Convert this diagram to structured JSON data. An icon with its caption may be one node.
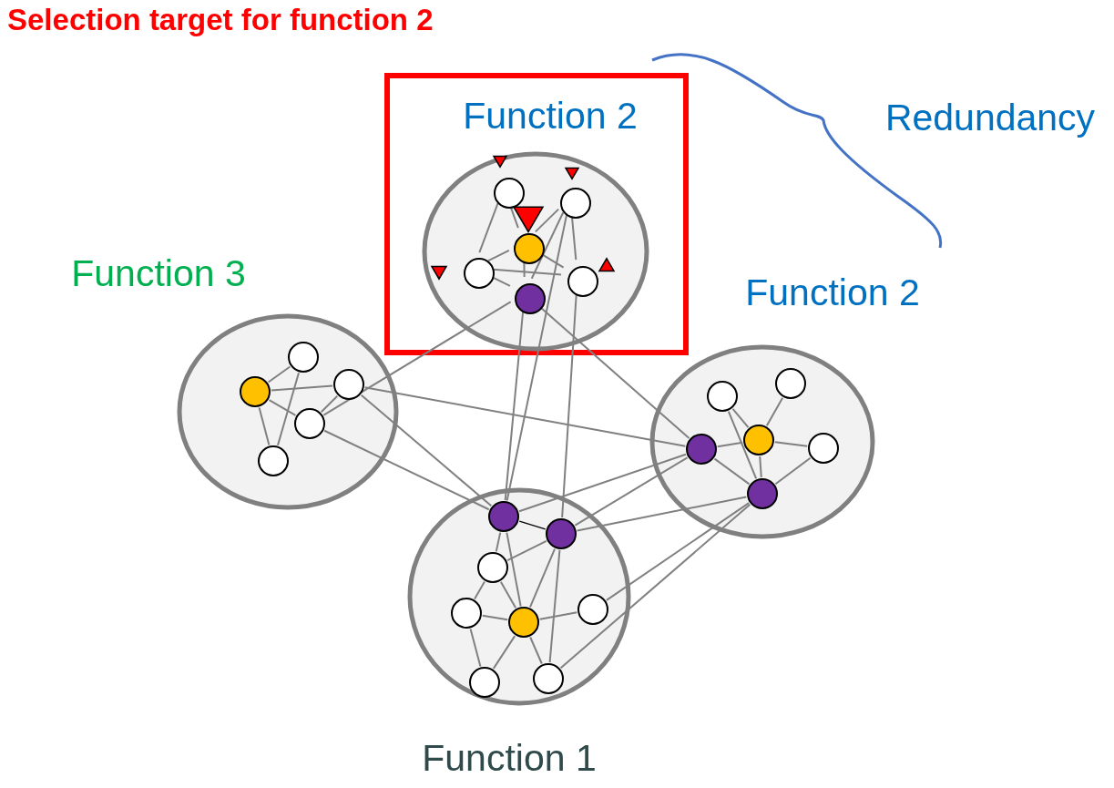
{
  "diagram": {
    "nodes": [
      {
        "text": [
          "Selection target for function 2"
        ]
      },
      {
        "text": [
          "Function 2"
        ],
        "in": 0
      },
      {
        "text": [
          "Function 3"
        ]
      },
      {
        "text": [
          "Function 2"
        ]
      },
      {
        "text": [
          "Function 1"
        ]
      },
      {
        "text": [],
        "shape": "circle",
        "in": 1
      },
      {
        "text": [],
        "shape": "circle",
        "in": 1
      },
      {
        "text": [],
        "shape": "circle",
        "in": 1
      },
      {
        "text": [],
        "shape": "circle",
        "in": 1
      },
      {
        "text": [],
        "shape": "circle",
        "in": 1
      },
      {
        "text": [],
        "shape": "circle",
        "in": 1
      },
      {
        "text": [],
        "shape": "circle",
        "in": 2
      },
      {
        "text": [],
        "shape": "circle",
        "in": 2
      },
      {
        "text": [],
        "shape": "circle",
        "in": 2
      },
      {
        "text": [],
        "shape": "circle",
        "in": 2
      },
      {
        "text": [],
        "shape": "circle",
        "in": 2
      },
      {
        "text": [],
        "shape": "circle",
        "in": 3
      },
      {
        "text": [],
        "shape": "circle",
        "in": 3
      },
      {
        "text": [],
        "shape": "circle",
        "in": 3
      },
      {
        "text": [],
        "shape": "circle",
        "in": 3
      },
      {
        "text": [],
        "shape": "circle",
        "in": 3
      },
      {
        "text": [],
        "shape": "circle",
        "in": 3
      },
      {
        "text": [],
        "shape": "circle",
        "in": 4
      },
      {
        "text": [],
        "shape": "circle",
        "in": 4
      },
      {
        "text": [],
        "shape": "circle",
        "in": 4
      },
      {
        "text": [],
        "shape": "circle",
        "in": 4
      },
      {
        "text": [],
        "shape": "circle",
        "in": 4
      },
      {
        "text": [],
        "shape": "circle",
        "in": 4
      },
      {
        "text": [],
        "shape": "circle",
        "in": 4
      },
      {
        "text": [],
        "shape": "circle",
        "in": 4
      }
    ],
    "edges": [
      {
        "from": 5,
        "to": 8,
        "arrow": "none"
      },
      {
        "from": 5,
        "to": 7,
        "arrow": "none"
      },
      {
        "from": 6,
        "to": 7,
        "arrow": "none"
      },
      {
        "from": 6,
        "to": 10,
        "arrow": "none"
      },
      {
        "from": 6,
        "to": 9,
        "arrow": "none"
      },
      {
        "from": 8,
        "to": 7,
        "arrow": "none"
      },
      {
        "from": 8,
        "to": 9,
        "arrow": "none"
      },
      {
        "from": 7,
        "to": 9,
        "arrow": "none"
      },
      {
        "from": 7,
        "to": 10,
        "arrow": "none"
      },
      {
        "from": 8,
        "to": 10,
        "arrow": "none"
      },
      {
        "from": 10,
        "to": 14,
        "arrow": "none"
      },
      {
        "from": 10,
        "to": 22,
        "arrow": "none"
      },
      {
        "from": 6,
        "to": 22,
        "arrow": "none"
      },
      {
        "from": 9,
        "to": 23,
        "arrow": "none"
      },
      {
        "from": 10,
        "to": 16,
        "arrow": "none"
      },
      {
        "from": 11,
        "to": 12,
        "arrow": "none"
      },
      {
        "from": 11,
        "to": 13,
        "arrow": "none"
      },
      {
        "from": 11,
        "to": 14,
        "arrow": "none"
      },
      {
        "from": 12,
        "to": 15,
        "arrow": "none"
      },
      {
        "from": 11,
        "to": 15,
        "arrow": "none"
      },
      {
        "from": 13,
        "to": 14,
        "arrow": "none"
      },
      {
        "from": 13,
        "to": 16,
        "arrow": "none"
      },
      {
        "from": 13,
        "to": 22,
        "arrow": "none"
      },
      {
        "from": 14,
        "to": 22,
        "arrow": "none"
      },
      {
        "from": 17,
        "to": 19,
        "arrow": "none"
      },
      {
        "from": 17,
        "to": 21,
        "arrow": "none"
      },
      {
        "from": 18,
        "to": 19,
        "arrow": "none"
      },
      {
        "from": 16,
        "to": 19,
        "arrow": "none"
      },
      {
        "from": 19,
        "to": 20,
        "arrow": "none"
      },
      {
        "from": 19,
        "to": 21,
        "arrow": "none"
      },
      {
        "from": 16,
        "to": 21,
        "arrow": "none"
      },
      {
        "from": 21,
        "to": 20,
        "arrow": "none"
      },
      {
        "from": 16,
        "to": 22,
        "arrow": "none"
      },
      {
        "from": 16,
        "to": 23,
        "arrow": "none"
      },
      {
        "from": 21,
        "to": 23,
        "arrow": "none"
      },
      {
        "from": 21,
        "to": 27,
        "arrow": "none"
      },
      {
        "from": 21,
        "to": 29,
        "arrow": "none"
      },
      {
        "from": 22,
        "to": 23,
        "arrow": "none",
        "color": "#000000"
      },
      {
        "from": 22,
        "to": 24,
        "arrow": "none"
      },
      {
        "from": 22,
        "to": 26,
        "arrow": "none"
      },
      {
        "from": 23,
        "to": 24,
        "arrow": "none"
      },
      {
        "from": 23,
        "to": 26,
        "arrow": "none"
      },
      {
        "from": 23,
        "to": 29,
        "arrow": "none"
      },
      {
        "from": 24,
        "to": 25,
        "arrow": "none"
      },
      {
        "from": 24,
        "to": 26,
        "arrow": "none"
      },
      {
        "from": 25,
        "to": 26,
        "arrow": "none"
      },
      {
        "from": 26,
        "to": 27,
        "arrow": "none"
      },
      {
        "from": 25,
        "to": 28,
        "arrow": "none"
      },
      {
        "from": 26,
        "to": 28,
        "arrow": "none"
      },
      {
        "from": 26,
        "to": 29,
        "arrow": "none"
      }
    ],
    "labels": [
      "Redundancy"
    ]
  }
}
